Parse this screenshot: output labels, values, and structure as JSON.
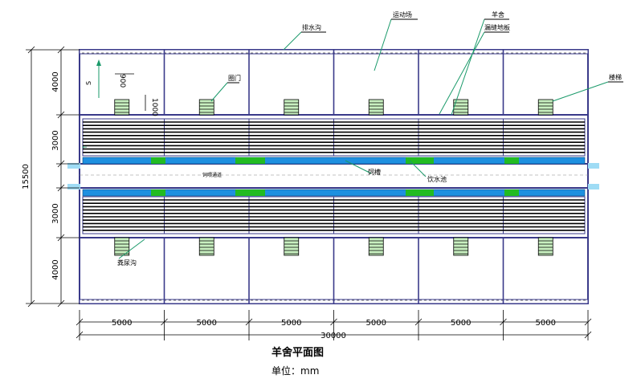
{
  "title": "羊舍平面图",
  "unit_label": "单位：mm",
  "callouts": {
    "drain_top": "排水沟",
    "exercise_yard": "运动场",
    "sheep_house": "羊舍",
    "slatted_floor": "漏缝地板",
    "door": "圈门",
    "stairs": "楼梯",
    "feed_trough": "饲槽",
    "water_trough": "饮水池",
    "aisle": "饲喂通道",
    "manure_ditch": "粪尿沟"
  },
  "dimensions": {
    "widths": [
      "5000",
      "5000",
      "5000",
      "5000",
      "5000",
      "5000"
    ],
    "total_length": "30000",
    "total_depth": "15500",
    "depth_segments": [
      "4000",
      "3000",
      "3000",
      "4000"
    ],
    "door_width": "900",
    "door_depth": "1000",
    "small_mark": "S"
  },
  "colors": {
    "wall": "#3a3a8a",
    "line": "#000000",
    "trough_blue": "#1e90e0",
    "water_green": "#22bb22",
    "callout": "#1a9a6a",
    "door_fill": "#c8f0c0"
  }
}
